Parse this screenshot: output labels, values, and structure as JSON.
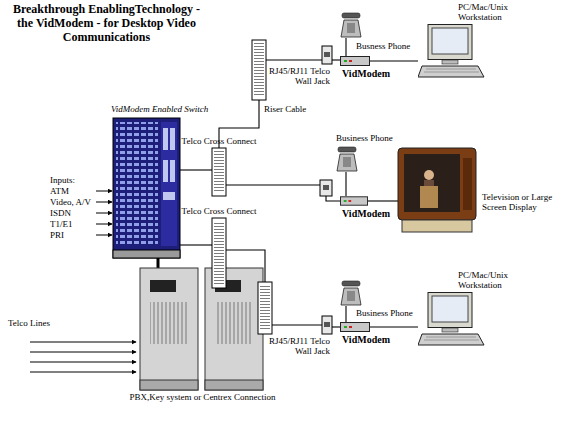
{
  "diagram": {
    "title": "Breakthrough EnablingTechnology - the VidModem - for Desktop Video Communications",
    "nodes": [
      {
        "text": [
          "VidModem Enabled Switch"
        ]
      },
      {
        "text": [
          "PBX,Key system or Centrex Connection"
        ]
      },
      {
        "text": [
          "Telco Cross Connect"
        ]
      },
      {
        "text": [
          "Telco Cross Connect"
        ]
      },
      {
        "text": [
          "RJ45/RJ11 Telco Wall Jack"
        ]
      },
      {
        "text": [
          "Busness Phone"
        ]
      },
      {
        "text": [
          "VidModem"
        ]
      },
      {
        "text": [
          "PC/Mac/Unix Workstation"
        ]
      },
      {
        "text": [
          "Business Phone"
        ]
      },
      {
        "text": [
          "VidModem"
        ]
      },
      {
        "text": [
          "Television or Large Screen Display"
        ]
      },
      {
        "text": [
          "RJ45/RJ11 Telco Wall Jack"
        ]
      },
      {
        "text": [
          "Business Phone"
        ]
      },
      {
        "text": [
          "VidModem"
        ]
      },
      {
        "text": [
          "PC/Mac/Unix Workstation"
        ]
      }
    ],
    "edges": [
      {
        "from": 0,
        "to": 2,
        "arrow": "none"
      },
      {
        "from": 0,
        "to": 3,
        "arrow": "none"
      },
      {
        "from": 2,
        "to": 4,
        "arrow": "none"
      },
      {
        "from": 2,
        "to": 9,
        "arrow": "none"
      },
      {
        "from": 3,
        "to": 11,
        "arrow": "none"
      },
      {
        "from": 4,
        "to": 6,
        "arrow": "none"
      },
      {
        "from": 5,
        "to": 6,
        "arrow": "none"
      },
      {
        "from": 6,
        "to": 7,
        "arrow": "none"
      },
      {
        "from": 8,
        "to": 9,
        "arrow": "none"
      },
      {
        "from": 9,
        "to": 10,
        "arrow": "none"
      },
      {
        "from": 11,
        "to": 13,
        "arrow": "none"
      },
      {
        "from": 12,
        "to": 13,
        "arrow": "none"
      },
      {
        "from": 13,
        "to": 14,
        "arrow": "none"
      },
      {
        "from": 1,
        "to": 0,
        "arrow": "none"
      }
    ],
    "labels": [
      "Inputs:",
      "ATM",
      "Video, A/V",
      "ISDN",
      "T1/E1",
      "PRI",
      "Telco Lines",
      "Riser Cable"
    ]
  }
}
